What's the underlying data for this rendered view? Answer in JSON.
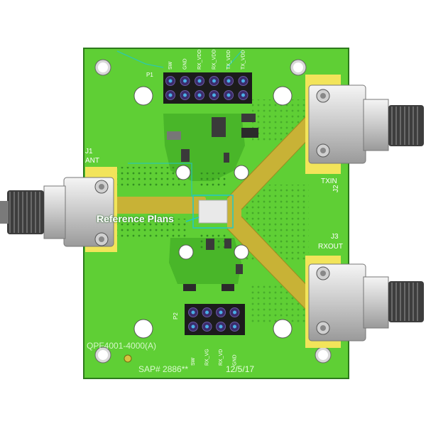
{
  "board": {
    "part_number": "QPF4001-4000(A)",
    "sap_number": "SAP# 2886**",
    "date": "12/5/17",
    "colors": {
      "pcb": "#5fcf35",
      "trace": "#c8b236",
      "pad": "#f2e45a",
      "connector": "#d4d4d4",
      "header_pin": "#3b2b6b",
      "callout": "#22c7c7"
    }
  },
  "connectors": {
    "ant": {
      "ref": "J1",
      "label": "ANT"
    },
    "txin": {
      "ref": "J2",
      "label": "TXIN"
    },
    "rxout": {
      "ref": "J3",
      "label": "RXOUT"
    }
  },
  "headers": {
    "p1": {
      "ref": "P1",
      "pins": [
        "SW",
        "GND",
        "RX_VDD",
        "RX_VDD",
        "TX_VDD",
        "TX_VDD"
      ]
    },
    "p2": {
      "ref": "P2",
      "pins": [
        "SW",
        "RX_VG",
        "RX_VD",
        "GND"
      ]
    }
  },
  "annotation": {
    "reference_plane": "Reference Plans"
  },
  "icons": {
    "connector": "sma-connector-icon",
    "mount_hole": "mount-hole-icon",
    "header": "pin-header-icon"
  }
}
